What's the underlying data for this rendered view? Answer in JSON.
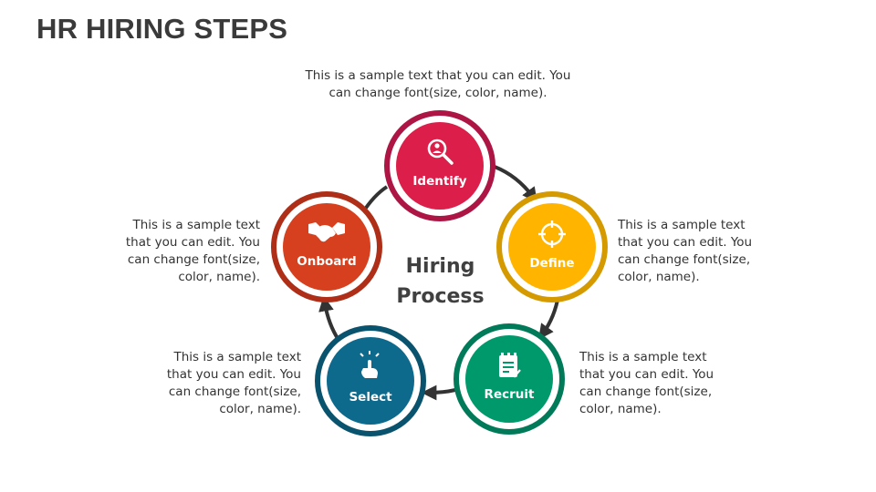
{
  "title": "HR HIRING STEPS",
  "center": {
    "line1": "Hiring",
    "line2": "Process"
  },
  "steps": [
    {
      "label": "Identify",
      "icon": "person-search-icon",
      "color": "#dc1f4a",
      "ring": "#ad1545"
    },
    {
      "label": "Define",
      "icon": "target-icon",
      "color": "#ffb400",
      "ring": "#d49a00"
    },
    {
      "label": "Recruit",
      "icon": "checklist-icon",
      "color": "#00996b",
      "ring": "#007a58"
    },
    {
      "label": "Select",
      "icon": "hand-pointer-icon",
      "color": "#0e6a8c",
      "ring": "#0a536e"
    },
    {
      "label": "Onboard",
      "icon": "handshake-icon",
      "color": "#d6401f",
      "ring": "#ae2e17"
    }
  ],
  "descriptions": {
    "identify": [
      "This is a sample text that you can edit. You",
      "can change font(size, color, name)."
    ],
    "define": [
      "This is a sample text",
      "that you can edit. You",
      "can change font(size,",
      "color, name)."
    ],
    "recruit": [
      "This is a sample text",
      "that you can edit. You",
      "can change font(size,",
      "color, name)."
    ],
    "select": [
      "This is a sample text",
      "that you can edit. You",
      "can change font(size,",
      "color, name)."
    ],
    "onboard": [
      "This is a sample text",
      "that you can edit. You",
      "can change font(size,",
      "color, name)."
    ]
  }
}
